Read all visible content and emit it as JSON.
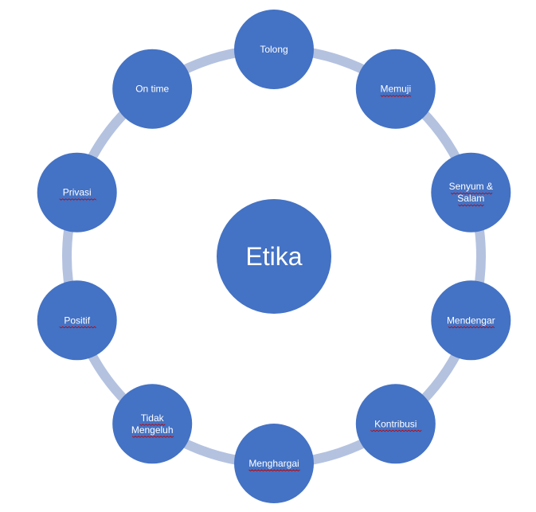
{
  "center": {
    "label": "Etika",
    "fill": "#4472C4"
  },
  "ring": {
    "color": "#B4C2E0"
  },
  "node_fill": "#4472C4",
  "node_text_color": "#FFFFFF",
  "spellcheck_underline_color": "#C00000",
  "nodes": [
    {
      "lines": [
        "Tolong"
      ],
      "spellcheck": false
    },
    {
      "lines": [
        "Memuji"
      ],
      "spellcheck": true
    },
    {
      "lines": [
        "Senyum &",
        "Salam"
      ],
      "spellcheck": true
    },
    {
      "lines": [
        "Mendengar"
      ],
      "spellcheck": true
    },
    {
      "lines": [
        "Kontribusi"
      ],
      "spellcheck": true
    },
    {
      "lines": [
        "Menghargai"
      ],
      "spellcheck": true
    },
    {
      "lines": [
        "Tidak",
        "Mengeluh"
      ],
      "spellcheck": true
    },
    {
      "lines": [
        "Positif"
      ],
      "spellcheck": true
    },
    {
      "lines": [
        "Privasi"
      ],
      "spellcheck": true
    },
    {
      "lines": [
        "On time"
      ],
      "spellcheck": false
    }
  ]
}
